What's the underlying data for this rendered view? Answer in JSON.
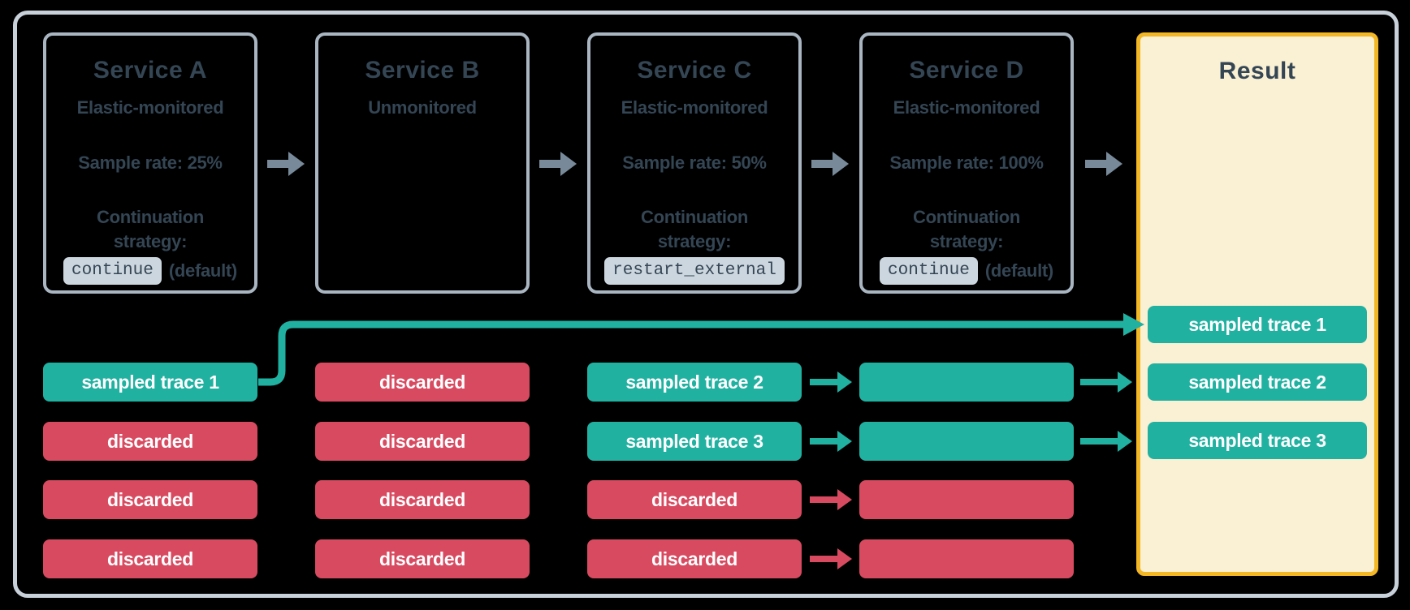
{
  "colors": {
    "bg": "#000000",
    "frame_border": "#c8d1d9",
    "box_border": "#a9b6c2",
    "ink": "#344554",
    "arrow": "#788999",
    "chip_bg": "#ccd6df",
    "teal": "#21b1a1",
    "red": "#d84a60",
    "pill_text": "#ffffff",
    "result_bg": "#faf0d3",
    "result_border": "#f3b725"
  },
  "services": [
    {
      "title": "Service A",
      "monitoring": "Elastic-monitored",
      "sample_rate": "Sample rate: 25%",
      "strategy_label": "Continuation strategy:",
      "strategy_code": "continue",
      "strategy_suffix": "(default)"
    },
    {
      "title": "Service B",
      "monitoring": "Unmonitored"
    },
    {
      "title": "Service C",
      "monitoring": "Elastic-monitored",
      "sample_rate": "Sample rate: 50%",
      "strategy_label": "Continuation strategy:",
      "strategy_code": "restart_external"
    },
    {
      "title": "Service D",
      "monitoring": "Elastic-monitored",
      "sample_rate": "Sample rate: 100%",
      "strategy_label": "Continuation strategy:",
      "strategy_code": "continue",
      "strategy_suffix": "(default)"
    }
  ],
  "result": {
    "title": "Result",
    "pills": [
      {
        "label": "sampled trace 1",
        "kind": "sampled"
      },
      {
        "label": "sampled trace 2",
        "kind": "sampled"
      },
      {
        "label": "sampled trace 3",
        "kind": "sampled"
      }
    ]
  },
  "trace_columns": [
    {
      "pills": [
        {
          "label": "sampled trace 1",
          "kind": "sampled"
        },
        {
          "label": "discarded",
          "kind": "discarded"
        },
        {
          "label": "discarded",
          "kind": "discarded"
        },
        {
          "label": "discarded",
          "kind": "discarded"
        }
      ]
    },
    {
      "pills": [
        {
          "label": "discarded",
          "kind": "discarded"
        },
        {
          "label": "discarded",
          "kind": "discarded"
        },
        {
          "label": "discarded",
          "kind": "discarded"
        },
        {
          "label": "discarded",
          "kind": "discarded"
        }
      ]
    },
    {
      "pills": [
        {
          "label": "sampled trace 2",
          "kind": "sampled"
        },
        {
          "label": "sampled trace 3",
          "kind": "sampled"
        },
        {
          "label": "discarded",
          "kind": "discarded"
        },
        {
          "label": "discarded",
          "kind": "discarded"
        }
      ]
    },
    {
      "pills": [
        {
          "label": "",
          "kind": "sampled"
        },
        {
          "label": "",
          "kind": "sampled"
        },
        {
          "label": "",
          "kind": "discarded"
        },
        {
          "label": "",
          "kind": "discarded"
        }
      ]
    }
  ],
  "flow": {
    "c_to_d": [
      "sampled",
      "sampled",
      "discarded",
      "discarded"
    ],
    "d_to_result": [
      "sampled",
      "sampled"
    ]
  }
}
